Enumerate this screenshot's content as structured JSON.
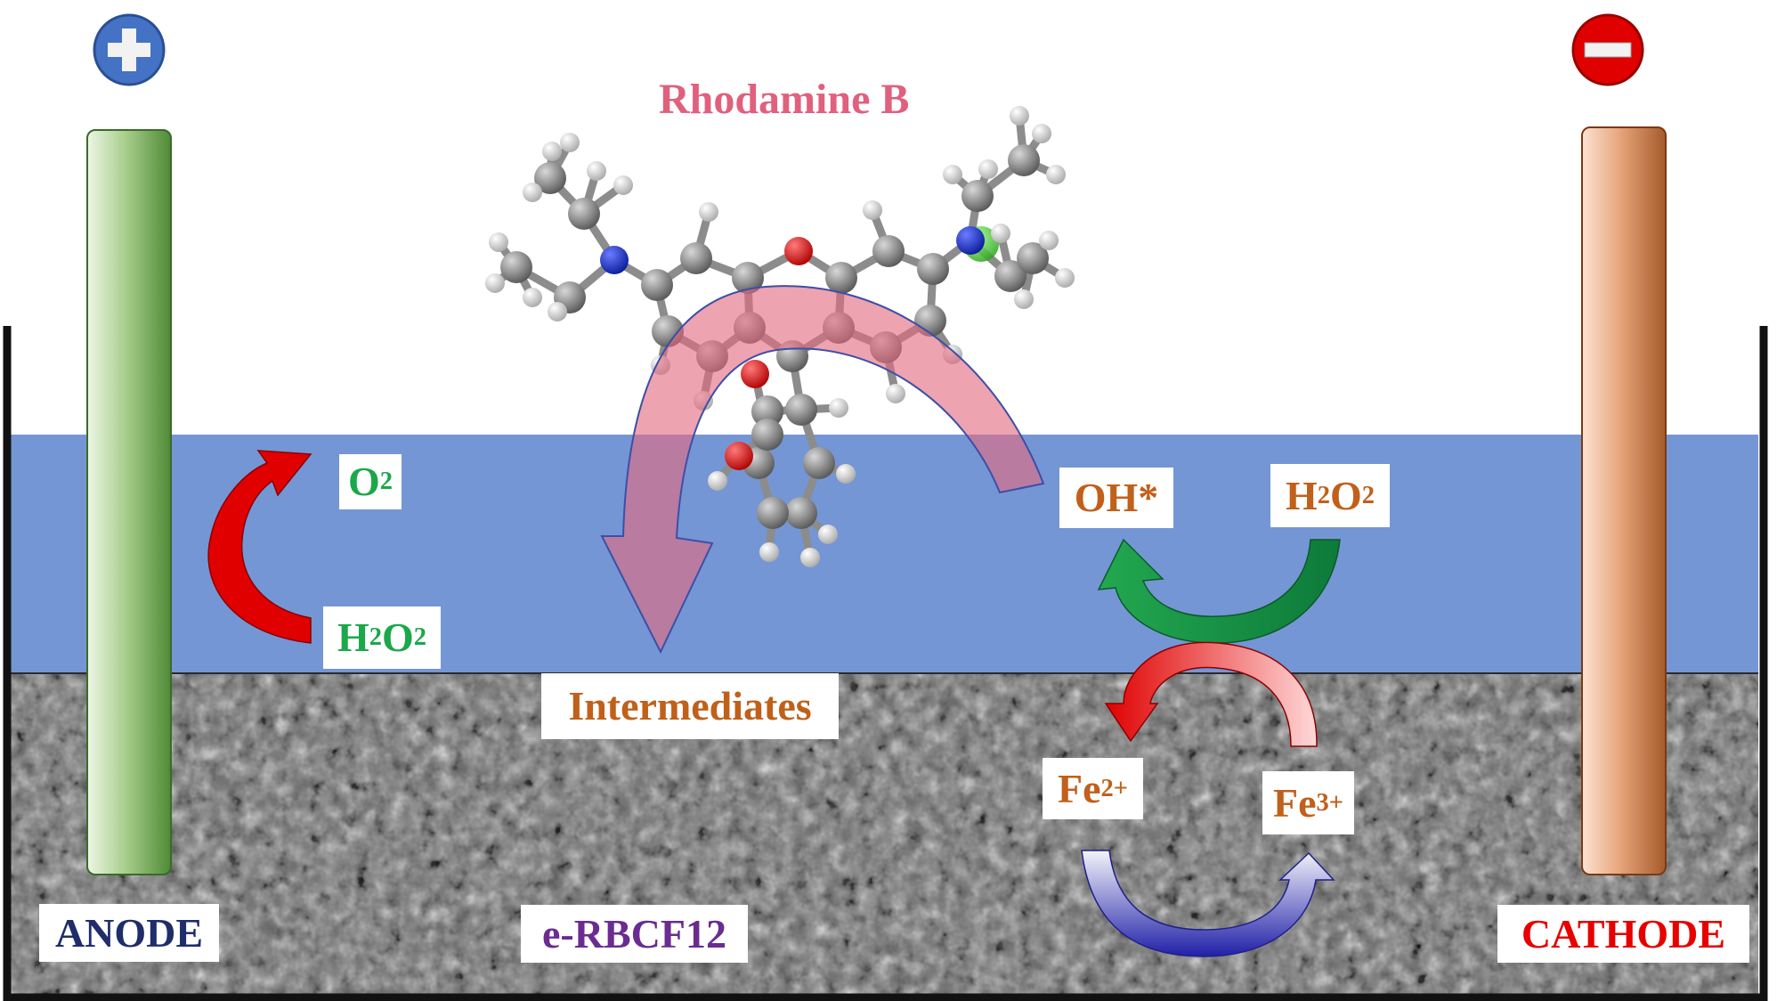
{
  "title": "Rhodamine B",
  "electrodes": {
    "anode_label": "ANODE",
    "cathode_label": "CATHODE",
    "anode_terminal": "+",
    "cathode_terminal": "−"
  },
  "material_label": "e-RBCF12",
  "species": {
    "o2": {
      "base": "O",
      "sub1": "2"
    },
    "h2o2_anode": {
      "b1": "H",
      "s1": "2",
      "b2": "O",
      "s2": "2"
    },
    "h2o2_cathode": {
      "b1": "H",
      "s1": "2",
      "b2": "O",
      "s2": "2"
    },
    "oh_radical": "OH*",
    "intermediates": "Intermediates",
    "fe2": {
      "base": "Fe",
      "sup": "2+"
    },
    "fe3": {
      "base": "Fe",
      "sup": "3+"
    }
  },
  "colors": {
    "water": "#7596d4",
    "anode": "#5f9b45",
    "cathode": "#c8774a",
    "plus_circle": "#4472c4",
    "minus_circle": "#e00000",
    "title": "#e0607e",
    "green_text": "#1aa84a",
    "orange_text": "#c0601a",
    "navy_text": "#1f2d6a",
    "red_text": "#e60000",
    "purple_text": "#6a2c91"
  }
}
